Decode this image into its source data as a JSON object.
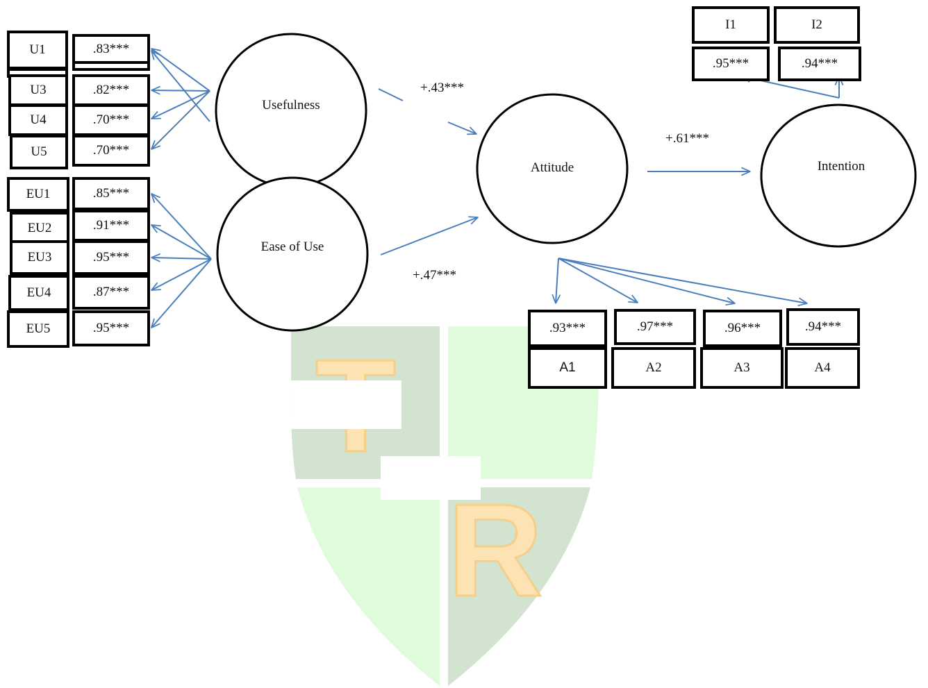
{
  "latents": {
    "usefulness": "Usefulness",
    "ease_of_use": "Ease of Use",
    "attitude": "Attitude",
    "intention": "Intention"
  },
  "paths": {
    "usefulness_attitude": "+.43***",
    "ease_attitude": "+.47***",
    "attitude_intention": "+.61***"
  },
  "usefulness_items": [
    {
      "item": "U1",
      "loading": ".83***"
    },
    {
      "item": "U3",
      "loading": ".82***"
    },
    {
      "item": "U4",
      "loading": ".70***"
    },
    {
      "item": "U5",
      "loading": ".70***"
    }
  ],
  "ease_items": [
    {
      "item": "EU1",
      "loading": ".85***"
    },
    {
      "item": "EU2",
      "loading": ".91***"
    },
    {
      "item": "EU3",
      "loading": ".95***"
    },
    {
      "item": "EU4",
      "loading": ".87***"
    },
    {
      "item": "EU5",
      "loading": ".95***"
    }
  ],
  "intention_items": [
    {
      "item": "I1",
      "loading": ".95***"
    },
    {
      "item": "I2",
      "loading": ".94***"
    }
  ],
  "attitude_items": [
    {
      "item": "A1",
      "loading": ".93***"
    },
    {
      "item": "A2",
      "loading": ".97***"
    },
    {
      "item": "A3",
      "loading": ".96***"
    },
    {
      "item": "A4",
      "loading": ".94***"
    }
  ],
  "watermark": {
    "letters": [
      "T",
      "R"
    ]
  },
  "colors": {
    "arrow": "#4a7ebb",
    "shield_dark": "#d2e3d0",
    "shield_light": "#e0fbdc",
    "letter": "#fde3b4"
  }
}
